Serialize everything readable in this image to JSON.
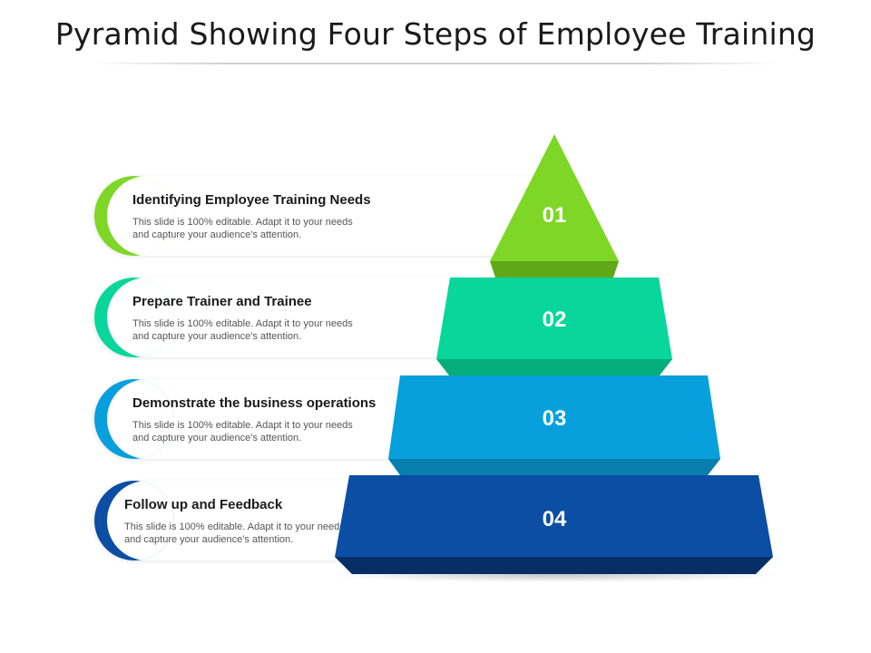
{
  "title": "Pyramid Showing Four Steps of Employee Training",
  "steps": [
    {
      "number": "01",
      "heading": "Identifying Employee Training Needs",
      "body": "This slide is 100% editable. Adapt it to your needs and capture your audience's attention.",
      "color": "#7ed626",
      "shade": "#5fa818"
    },
    {
      "number": "02",
      "heading": "Prepare Trainer and Trainee",
      "body": "This slide is 100% editable. Adapt it to your needs and capture your audience's attention.",
      "color": "#08d69a",
      "shade": "#06ad7c"
    },
    {
      "number": "03",
      "heading": "Demonstrate the business operations",
      "body": "This slide is 100% editable. Adapt it to your needs and capture your audience's attention.",
      "color": "#07a0dc",
      "shade": "#067fae"
    },
    {
      "number": "04",
      "heading": "Follow up and Feedback",
      "body": "This slide is 100% editable. Adapt it to your needs and capture your audience's attention.",
      "color": "#0b4ea4",
      "shade": "#072f66"
    }
  ]
}
